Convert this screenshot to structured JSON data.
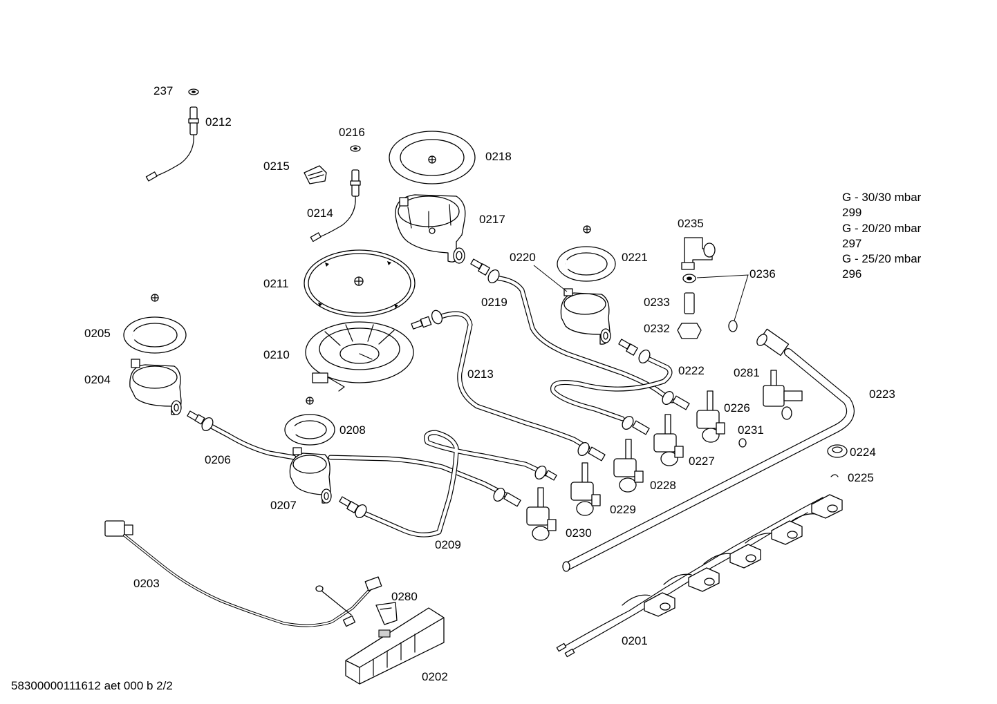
{
  "labels": {
    "p237": "237",
    "p0212": "0212",
    "p0216": "0216",
    "p0215": "0215",
    "p0214": "0214",
    "p0218": "0218",
    "p0217": "0217",
    "p0211": "0211",
    "p0210": "0210",
    "p0205": "0205",
    "p0204": "0204",
    "p0208": "0208",
    "p0206": "0206",
    "p0207": "0207",
    "p0209": "0209",
    "p0213": "0213",
    "p0219": "0219",
    "p0220": "0220",
    "p0221": "0221",
    "p0222": "0222",
    "p0235": "0235",
    "p0236": "0236",
    "p0233": "0233",
    "p0232": "0232",
    "p0281": "0281",
    "p0223": "0223",
    "p0226": "0226",
    "p0231": "0231",
    "p0227": "0227",
    "p0228": "0228",
    "p0229": "0229",
    "p0230": "0230",
    "p0224": "0224",
    "p0225": "0225",
    "p0203": "0203",
    "p0280": "0280",
    "p0202": "0202",
    "p0201": "0201"
  },
  "gas_notes": [
    "G - 30/30 mbar",
    "299",
    "G - 20/20 mbar",
    "297",
    "G - 25/20 mbar",
    "296"
  ],
  "footer": "58300000111612 aet 000 b 2/2"
}
